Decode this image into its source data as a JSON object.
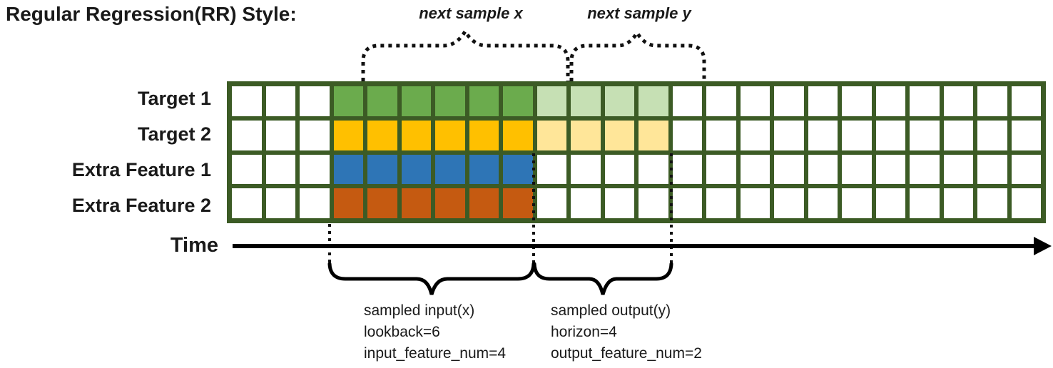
{
  "title": "Regular Regression(RR) Style:",
  "annotations": {
    "top_braces": [
      {
        "label": "next sample x"
      },
      {
        "label": "next sample y"
      }
    ],
    "time_axis": {
      "label": "Time"
    },
    "sampled_input": {
      "title": "sampled input(x)",
      "line2": "lookback=6",
      "line3": "input_feature_num=4"
    },
    "sampled_output": {
      "title": "sampled output(y)",
      "line2": "horizon=4",
      "line3": "output_feature_num=2"
    }
  },
  "grid": {
    "columns": 24,
    "lead_empty": 3,
    "lookback": 6,
    "horizon": 4,
    "frame_color": "#3C5B25",
    "empty_cell_color": "#ffffff",
    "rows": [
      {
        "label": "Target 1",
        "input_color": "#6BAB4D",
        "output_color": "#C6E0B4"
      },
      {
        "label": "Target 2",
        "input_color": "#FFC000",
        "output_color": "#FFE699"
      },
      {
        "label": "Extra Feature 1",
        "input_color": "#2E75B6",
        "output_color": null
      },
      {
        "label": "Extra Feature 2",
        "input_color": "#C55A11",
        "output_color": null
      }
    ]
  }
}
